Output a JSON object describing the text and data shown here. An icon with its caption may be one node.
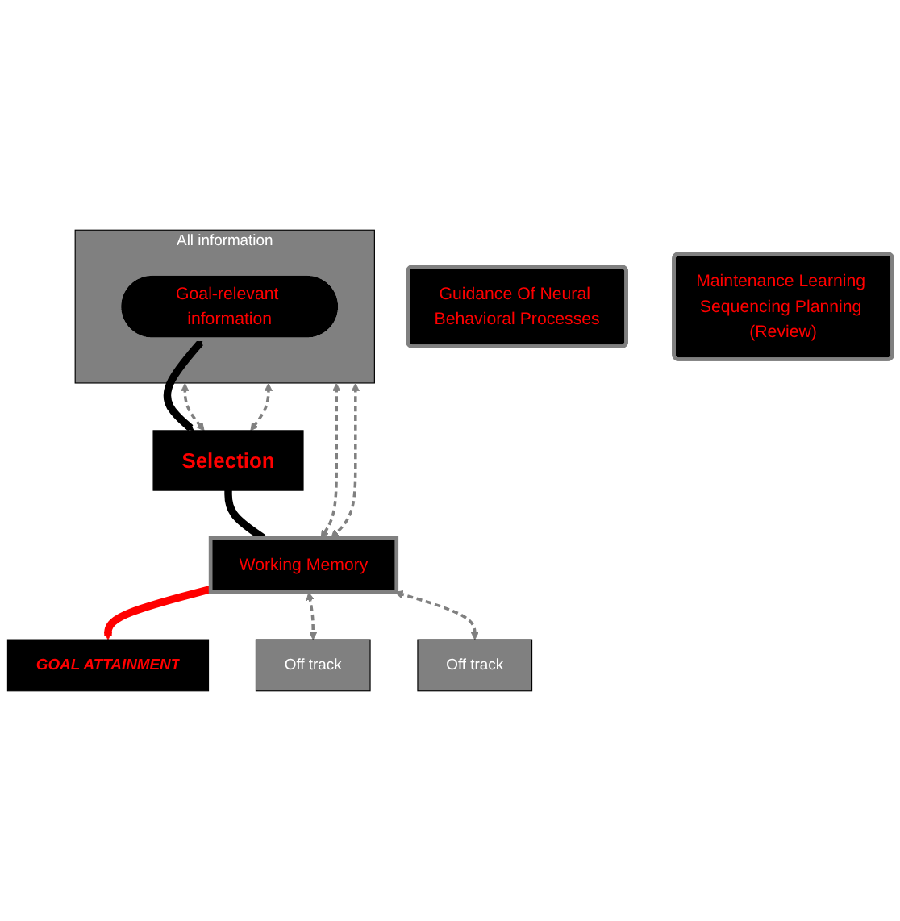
{
  "diagram": {
    "nodes": [
      {
        "text": [
          "All information"
        ]
      },
      {
        "text": [
          "Goal-relevant information"
        ],
        "in": 0
      },
      {
        "text": [
          "Selection"
        ]
      },
      {
        "text": [
          "Working Memory"
        ]
      },
      {
        "text": [
          "Guidance Of Neural Behavioral Processes"
        ]
      },
      {
        "text": [
          "Maintenance Learning Sequencing Planning (Review)"
        ]
      },
      {
        "text": [
          "Off track"
        ]
      },
      {
        "text": [
          "GOAL ATTAINMENT"
        ]
      },
      {
        "text": [
          "Off track"
        ]
      }
    ],
    "edges": [
      {
        "from": 1,
        "to": 2,
        "arrow": "both",
        "style": "thick",
        "color": "#000000"
      },
      {
        "from": 0,
        "to": 2,
        "arrow": "both",
        "style": "dashed"
      },
      {
        "from": 0,
        "to": 2,
        "arrow": "both",
        "style": "dashed"
      },
      {
        "from": 0,
        "to": 3,
        "arrow": "both",
        "style": "dashed"
      },
      {
        "from": 0,
        "to": 3,
        "arrow": "both",
        "style": "dashed"
      },
      {
        "from": 2,
        "to": 3,
        "arrow": "none",
        "style": "thick",
        "color": "#000000"
      },
      {
        "from": 3,
        "to": 7,
        "arrow": "to",
        "style": "thick",
        "color": "#ff0000"
      },
      {
        "from": 3,
        "to": 6,
        "arrow": "both",
        "style": "dashed"
      },
      {
        "from": 3,
        "to": 8,
        "arrow": "both",
        "style": "dashed"
      }
    ]
  }
}
